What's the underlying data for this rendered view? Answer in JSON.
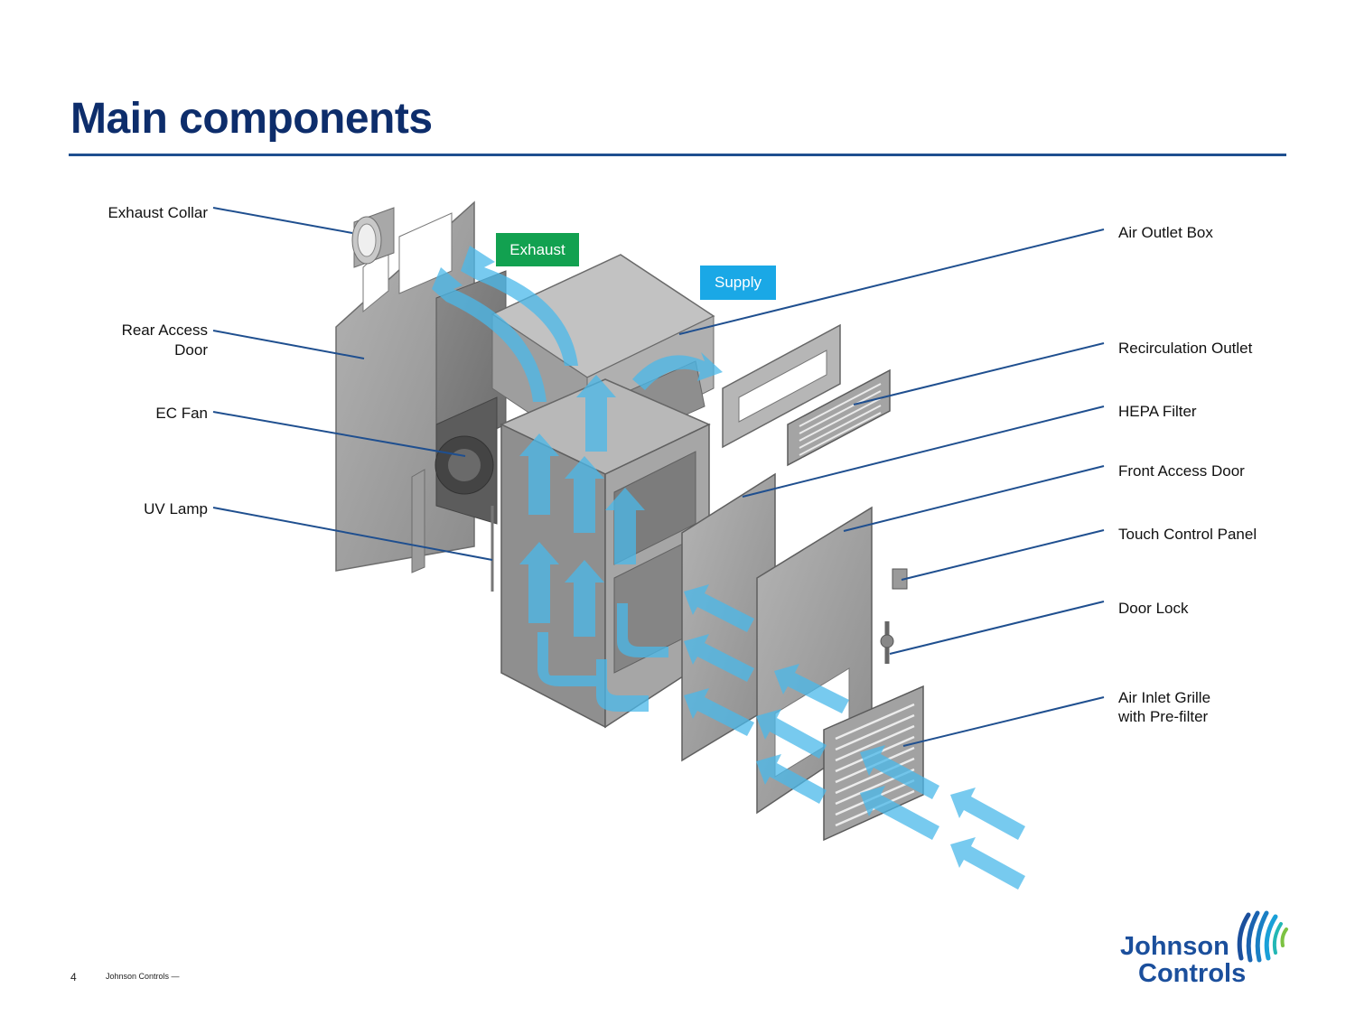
{
  "slide": {
    "title": "Main components",
    "page_number": "4",
    "footer_company": "Johnson Controls  —"
  },
  "tags": {
    "exhaust": "Exhaust",
    "supply": "Supply",
    "exhaust_color": "#12a150",
    "supply_color": "#1aa8e6"
  },
  "labels_left": {
    "exhaust_collar": "Exhaust Collar",
    "rear_access_door_1": "Rear Access",
    "rear_access_door_2": "Door",
    "ec_fan": "EC Fan",
    "uv_lamp": "UV Lamp"
  },
  "labels_right": {
    "air_outlet_box": "Air Outlet  Box",
    "recirculation_outlet": "Recirculation  Outlet",
    "hepa_filter": "HEPA   Filter",
    "front_access_door": "Front Access Door",
    "touch_control_panel": "Touch Control  Panel",
    "door_lock": "Door Lock",
    "air_inlet_grille_1": "Air Inlet  Grille",
    "air_inlet_grille_2": "with Pre-filter"
  },
  "logo": {
    "line1": "Johnson",
    "line2": "Controls"
  },
  "colors": {
    "title": "#0d2d6b",
    "leader_line": "#1f4f8f",
    "airflow_arrow": "#4ab8ea",
    "panel_gray": "#9a9a9a"
  }
}
